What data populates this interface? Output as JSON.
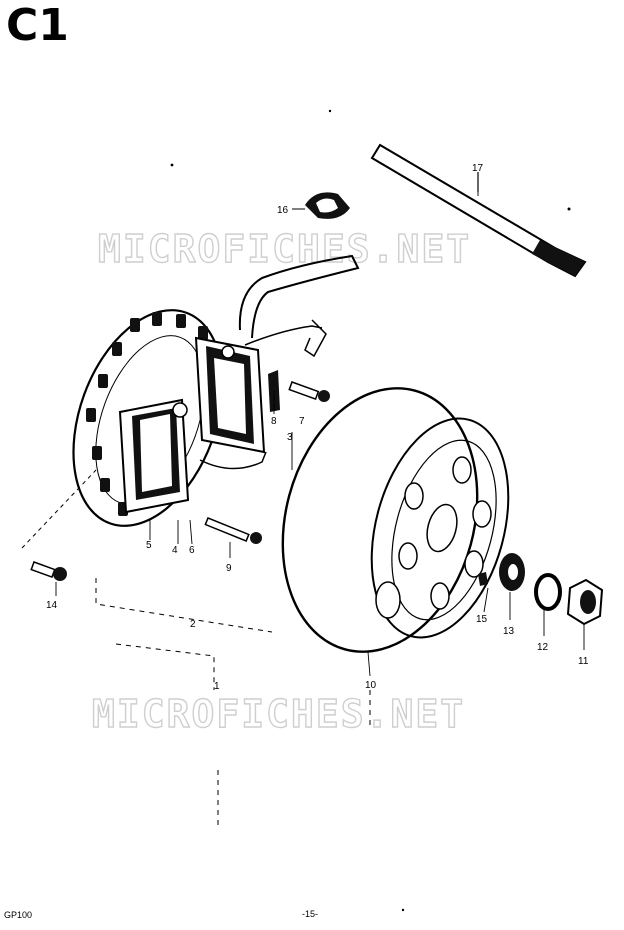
{
  "plate": {
    "code": "C1"
  },
  "watermarks": [
    "MICROFICHES.NET",
    "MICROFICHES.NET"
  ],
  "parts": [
    {
      "ref": "1"
    },
    {
      "ref": "2"
    },
    {
      "ref": "3"
    },
    {
      "ref": "4"
    },
    {
      "ref": "5"
    },
    {
      "ref": "6"
    },
    {
      "ref": "7"
    },
    {
      "ref": "8"
    },
    {
      "ref": "9"
    },
    {
      "ref": "10"
    },
    {
      "ref": "11"
    },
    {
      "ref": "12"
    },
    {
      "ref": "13"
    },
    {
      "ref": "14"
    },
    {
      "ref": "15"
    },
    {
      "ref": "16"
    },
    {
      "ref": "17"
    }
  ],
  "footer": {
    "model": "GP100",
    "page": "-15-"
  }
}
